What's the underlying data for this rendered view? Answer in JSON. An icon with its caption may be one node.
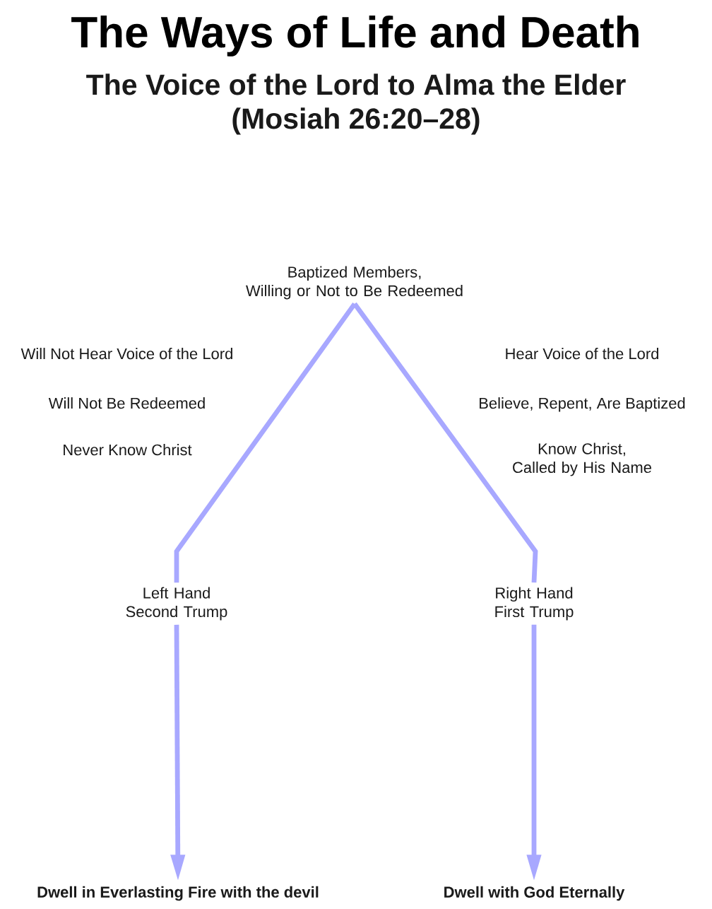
{
  "diagram": {
    "title": "The Ways of Life and Death",
    "nodes": [
      {
        "text": [
          "Baptized Members, Willing or Not to Be Redeemed"
        ]
      },
      {
        "text": [
          "Left Hand Second Trump"
        ]
      },
      {
        "text": [
          "Right Hand First Trump"
        ]
      },
      {
        "text": [
          "Dwell in Everlasting Fire with the devil"
        ]
      },
      {
        "text": [
          "Dwell with God Eternally"
        ]
      }
    ],
    "edges": [
      {
        "from": 0,
        "to": 1,
        "arrow": "none"
      },
      {
        "from": 0,
        "to": 2,
        "arrow": "none"
      },
      {
        "from": 1,
        "to": 3,
        "arrow": "to"
      },
      {
        "from": 2,
        "to": 4,
        "arrow": "to"
      }
    ],
    "labels": [
      "The Voice of the Lord to Alma the Elder",
      "(Mosiah 26:20–28)",
      "Will Not Hear Voice of the Lord",
      "Hear Voice of the Lord",
      "Will Not Be Redeemed",
      "Believe, Repent, Are Baptized",
      "Never Know Christ",
      "Know Christ, Called by His Name"
    ]
  }
}
